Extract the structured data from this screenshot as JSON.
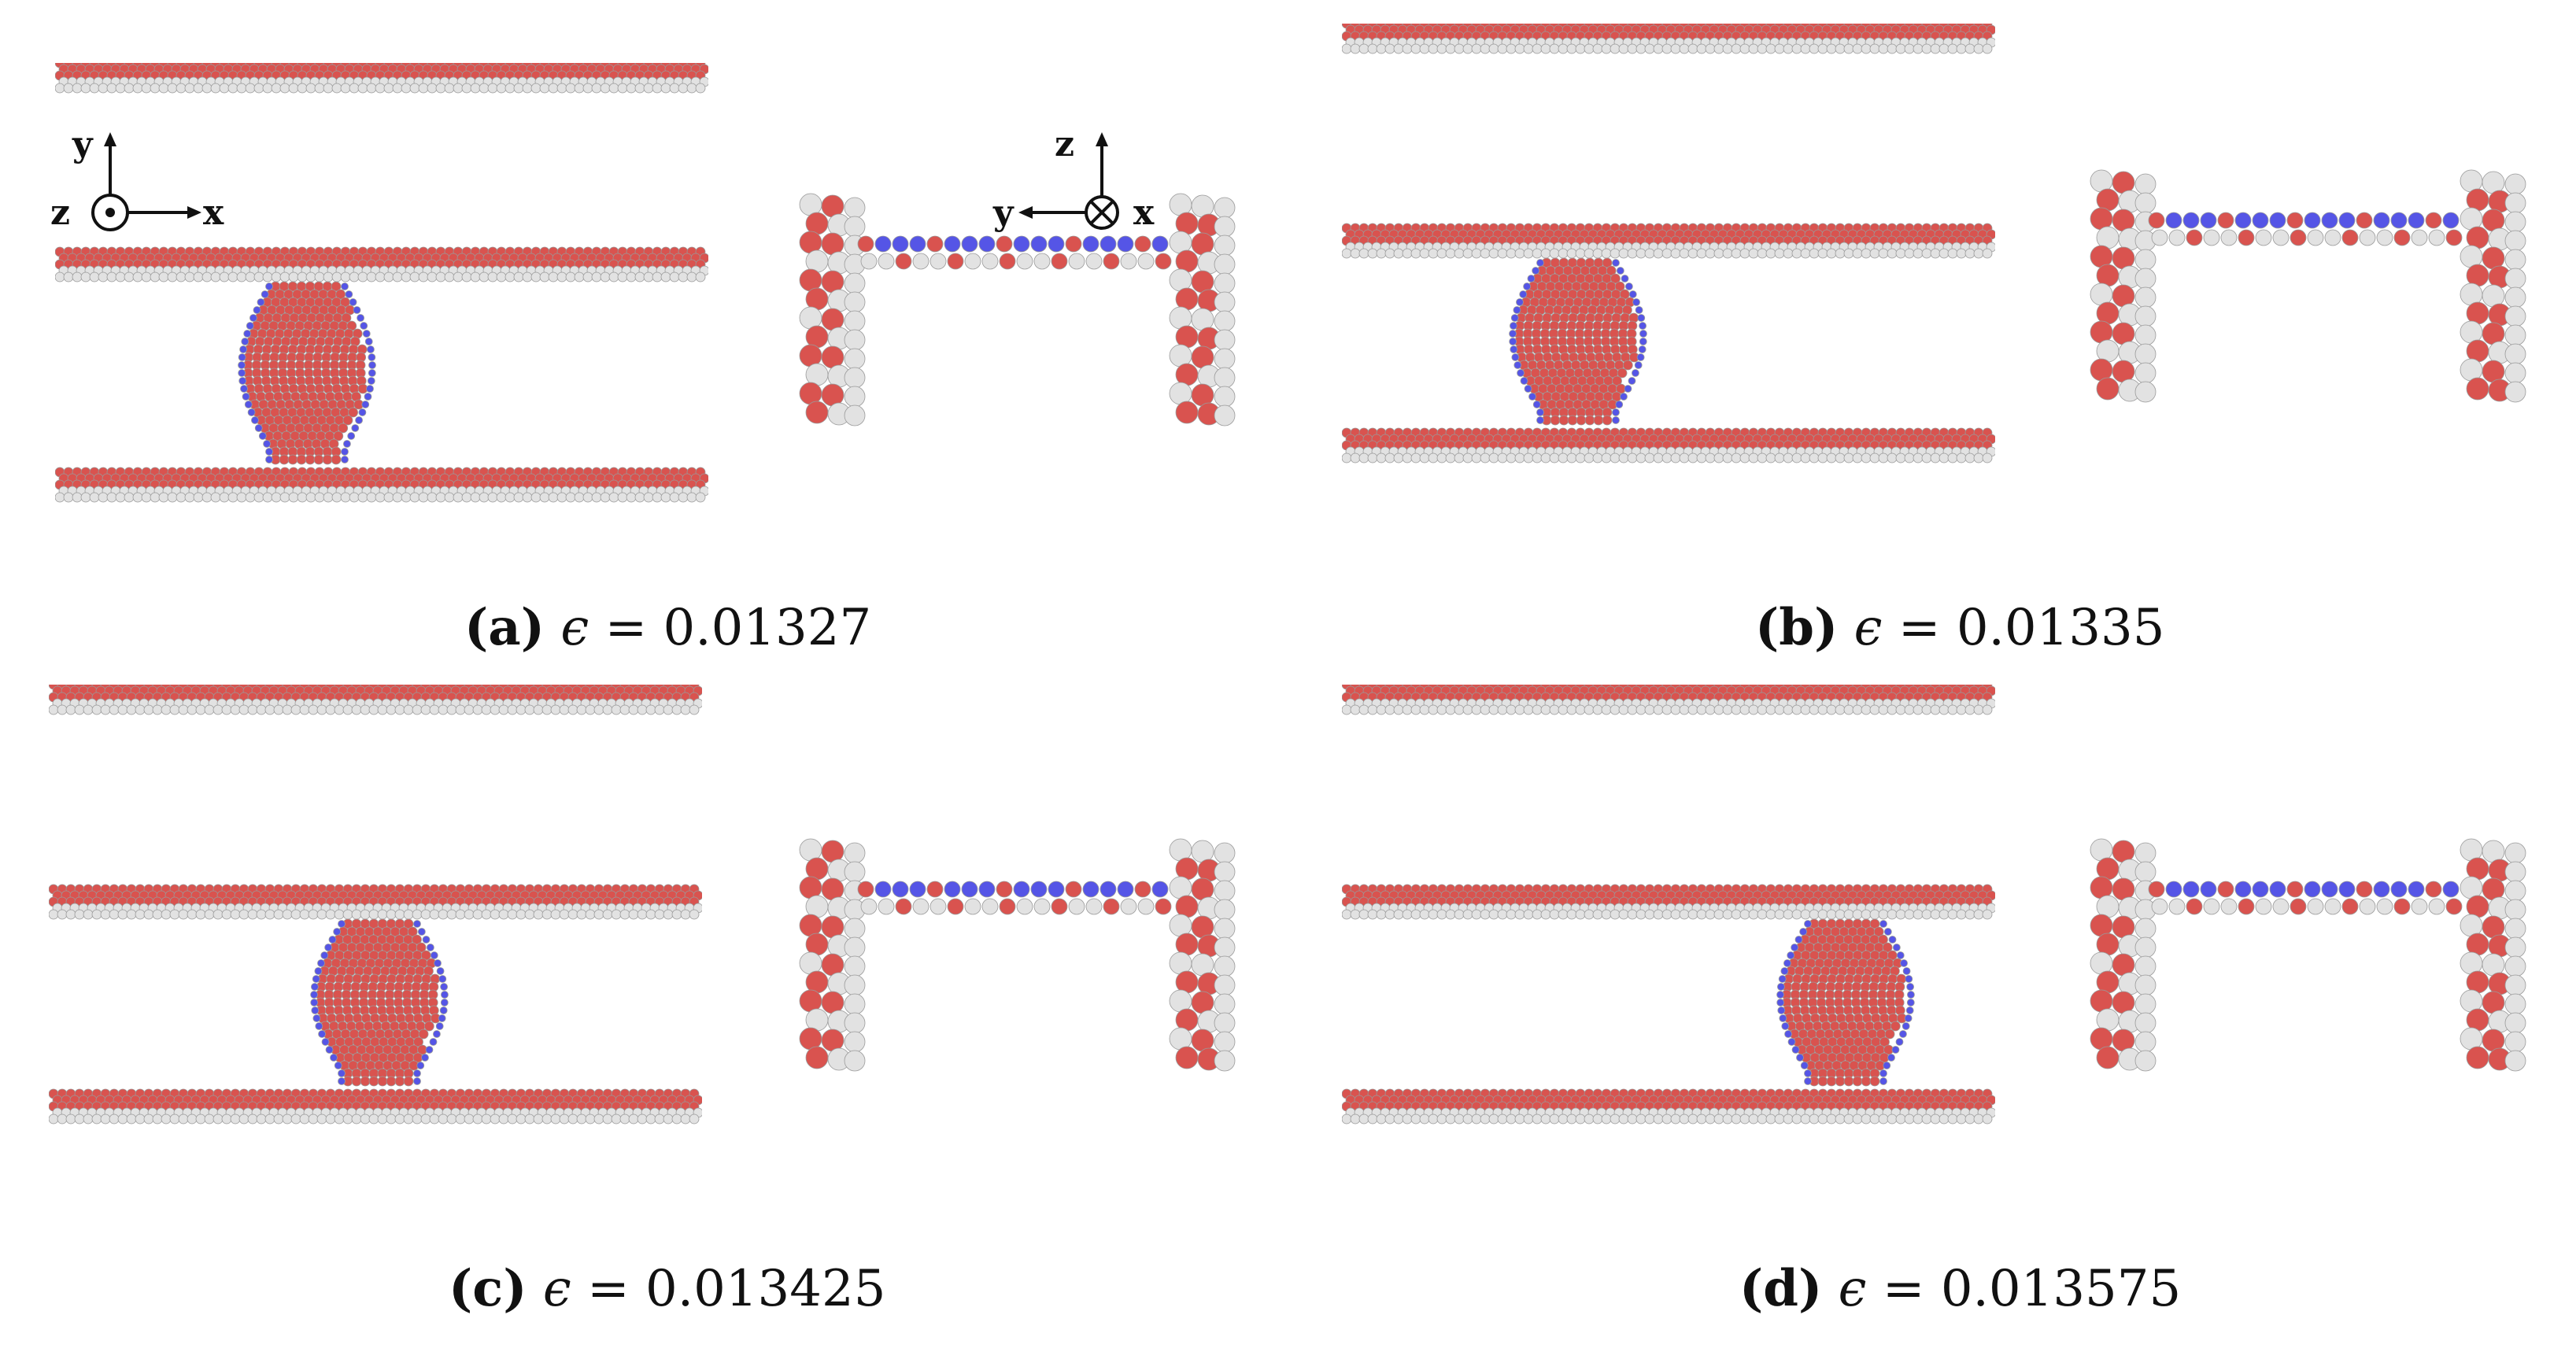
{
  "axes_front": {
    "up": "y",
    "out": "z",
    "right": "x"
  },
  "axes_side": {
    "up": "z",
    "left": "y",
    "in": "x"
  },
  "panels": [
    {
      "id": "a",
      "label": "(a)",
      "symbol": "ϵ",
      "equals": "=",
      "value": "0.01327"
    },
    {
      "id": "b",
      "label": "(b)",
      "symbol": "ϵ",
      "equals": "=",
      "value": "0.01335"
    },
    {
      "id": "c",
      "label": "(c)",
      "symbol": "ϵ",
      "equals": "=",
      "value": "0.013425"
    },
    {
      "id": "d",
      "label": "(d)",
      "symbol": "ϵ",
      "equals": "=",
      "value": "0.013575"
    }
  ],
  "colors": {
    "red": "#d9534f",
    "white": "#e2e2e2",
    "blue": "#5555e6",
    "outline": "#9a9a9a"
  }
}
